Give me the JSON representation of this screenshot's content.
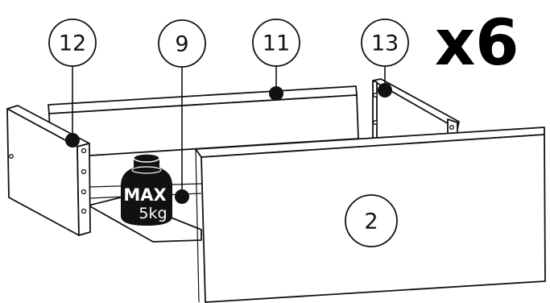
{
  "quantity_label": "x6",
  "callouts": {
    "left_side": "12",
    "bottom_panel": "9",
    "back_panel": "11",
    "right_side": "13",
    "front_panel": "2"
  },
  "weight_limit": {
    "line1": "MAX",
    "line2": "5kg"
  }
}
